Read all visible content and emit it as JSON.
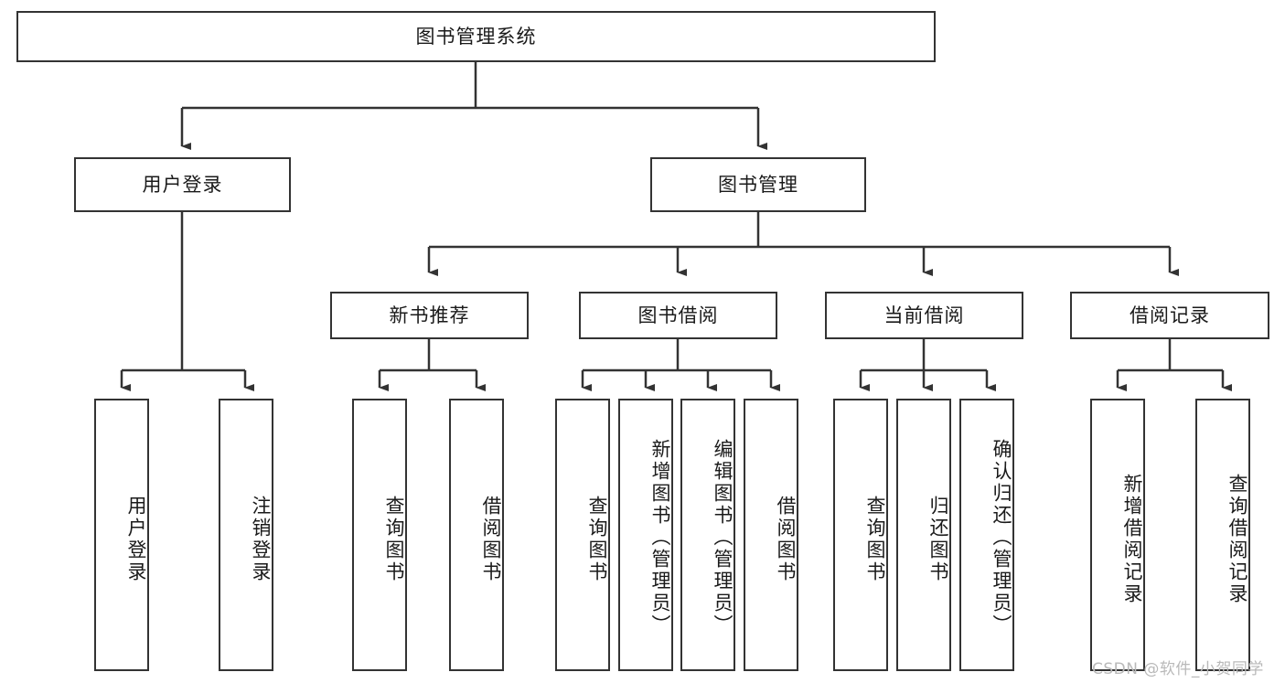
{
  "diagram": {
    "type": "tree-hierarchy-flowchart",
    "root": {
      "label": "图书管理系统"
    },
    "level2": [
      {
        "label": "用户登录"
      },
      {
        "label": "图书管理"
      }
    ],
    "level3": [
      {
        "label": "新书推荐"
      },
      {
        "label": "图书借阅"
      },
      {
        "label": "当前借阅"
      },
      {
        "label": "借阅记录"
      }
    ],
    "leaves": {
      "user_login": [
        {
          "label": "用户登录"
        },
        {
          "label": "注销登录"
        }
      ],
      "new_book_recommend": [
        {
          "label": "查询图书"
        },
        {
          "label": "借阅图书"
        }
      ],
      "book_borrow": [
        {
          "label": "查询图书"
        },
        {
          "label": "新增图书（管理员）"
        },
        {
          "label": "编辑图书（管理员）"
        },
        {
          "label": "借阅图书"
        }
      ],
      "current_borrow": [
        {
          "label": "查询图书"
        },
        {
          "label": "归还图书"
        },
        {
          "label": "确认归还（管理员）"
        }
      ],
      "borrow_record": [
        {
          "label": "新增借阅记录"
        },
        {
          "label": "查询借阅记录"
        }
      ]
    }
  },
  "watermark": {
    "text": "CSDN @软件_小贺同学"
  },
  "colors": {
    "stroke": "#333333",
    "background": "#ffffff",
    "text": "#1a1a1a",
    "watermark": "#b9b9b9"
  }
}
